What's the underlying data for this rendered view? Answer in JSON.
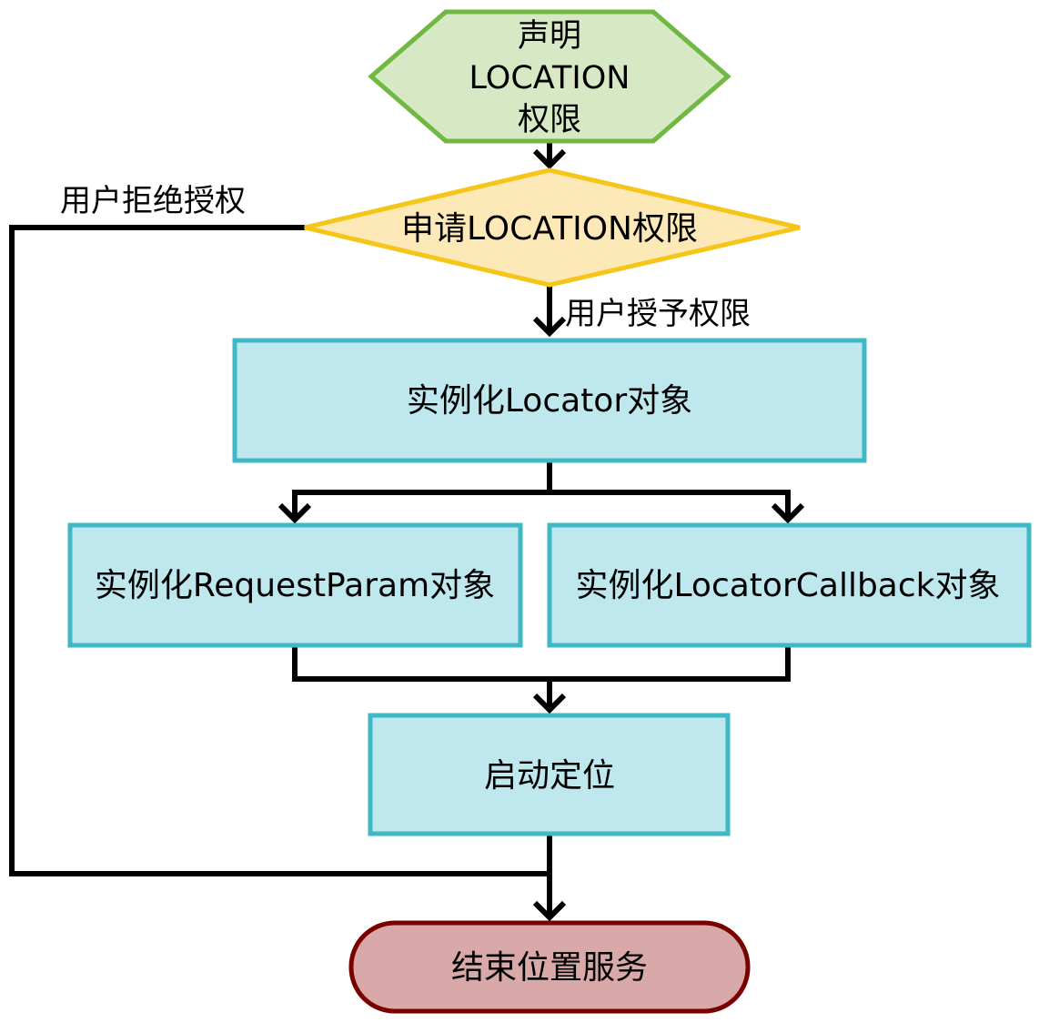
{
  "nodes": {
    "start": {
      "lines": [
        "声明",
        "LOCATION",
        "权限"
      ],
      "fill": "#d6e8c4",
      "stroke": "#70b842"
    },
    "decision": {
      "label": "申请LOCATION权限",
      "fill": "#fde9b8",
      "stroke": "#f5c518"
    },
    "locator": {
      "label": "实例化Locator对象",
      "fill": "#bfe8ee",
      "stroke": "#3fb8c6"
    },
    "request_param": {
      "label": "实例化RequestParam对象",
      "fill": "#bfe8ee",
      "stroke": "#3fb8c6"
    },
    "locator_callback": {
      "label": "实例化LocatorCallback对象",
      "fill": "#bfe8ee",
      "stroke": "#3fb8c6"
    },
    "start_location": {
      "label": "启动定位",
      "fill": "#bfe8ee",
      "stroke": "#3fb8c6"
    },
    "end": {
      "label": "结束位置服务",
      "fill": "#d9a9a9",
      "stroke": "#7a0000"
    }
  },
  "edges": {
    "user_denied": "用户拒绝授权",
    "user_granted": "用户授予权限"
  }
}
